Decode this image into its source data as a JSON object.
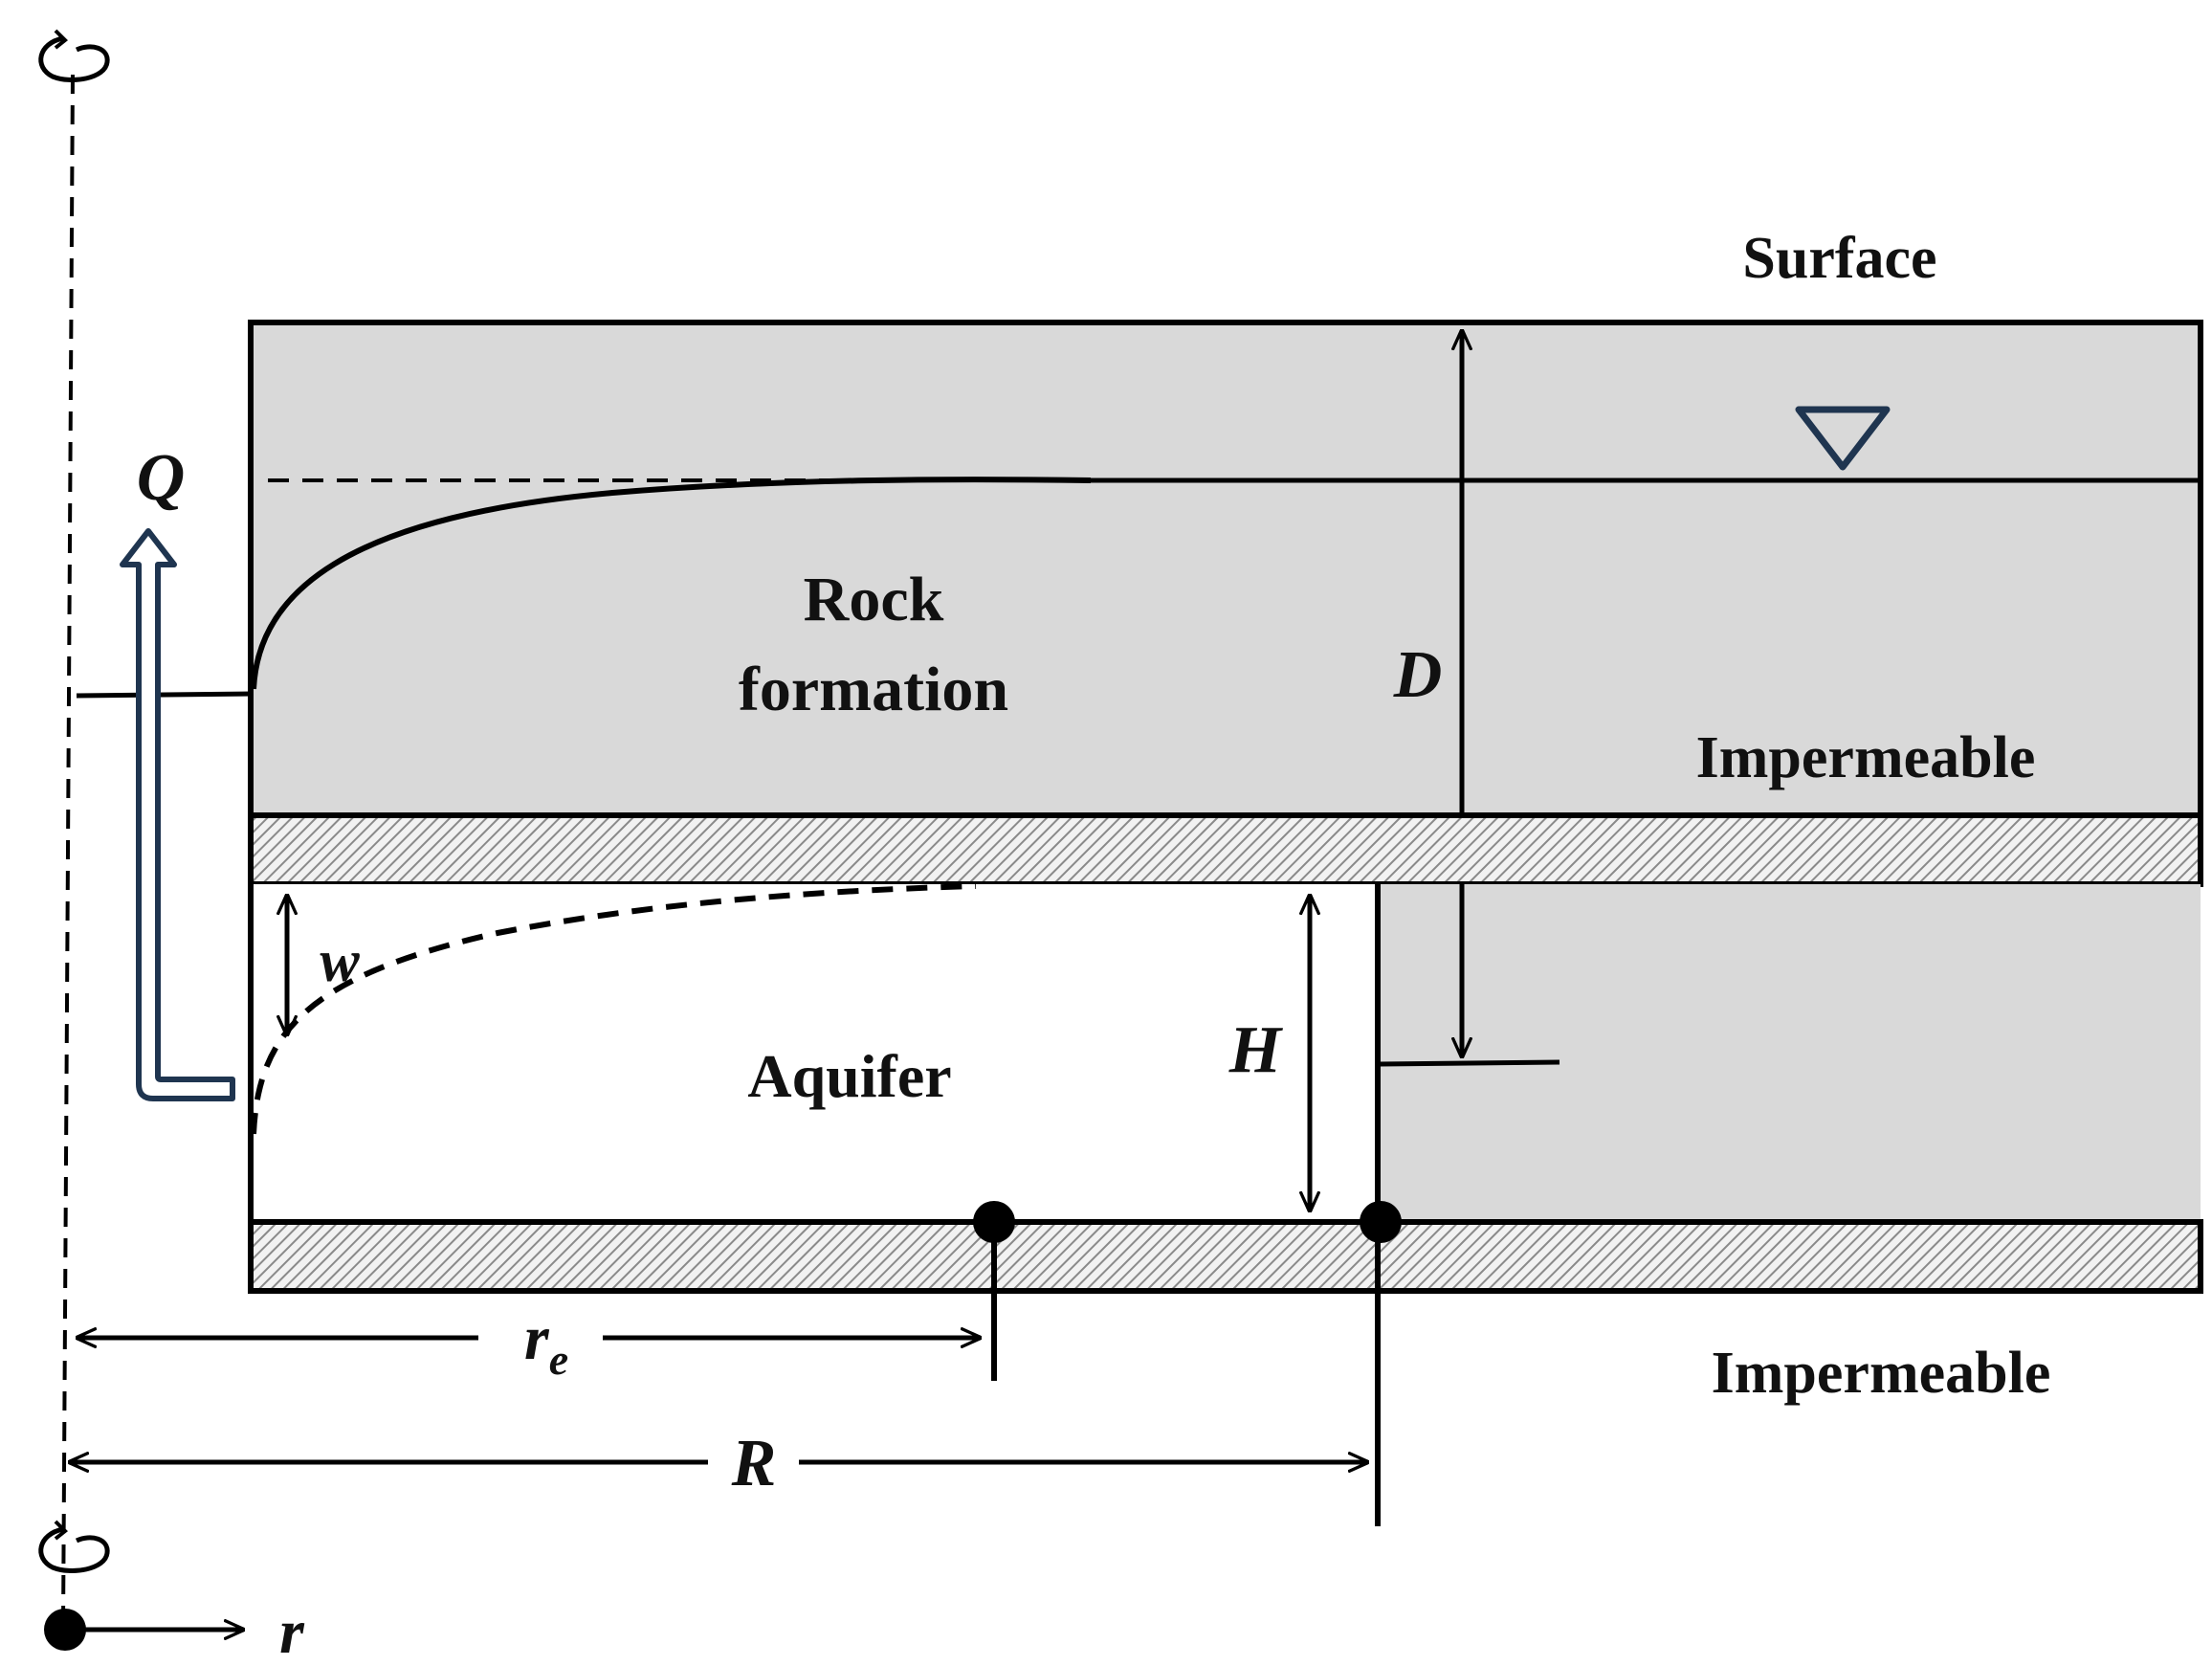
{
  "labels": {
    "surface": "Surface",
    "rock_line1": "Rock",
    "rock_line2": "formation",
    "impermeable_upper": "Impermeable",
    "impermeable_lower": "Impermeable",
    "aquifer": "Aquifer",
    "Q": "Q",
    "D": "D",
    "w": "w",
    "H": "H",
    "re_main": "r",
    "re_sub": "e",
    "R": "R",
    "r": "r"
  },
  "colors": {
    "formation_fill": "#d9d9d9",
    "line": "#000000",
    "pumping_arrow": "#1f3550",
    "water_table_marker": "#1f3550",
    "aquifer_fill": "#ffffff"
  },
  "icons": {
    "water_table_marker": "inverted-triangle",
    "rotation_axis_symbol": "rotation-arrow",
    "pumping_arrow": "hollow-bent-arrow"
  }
}
